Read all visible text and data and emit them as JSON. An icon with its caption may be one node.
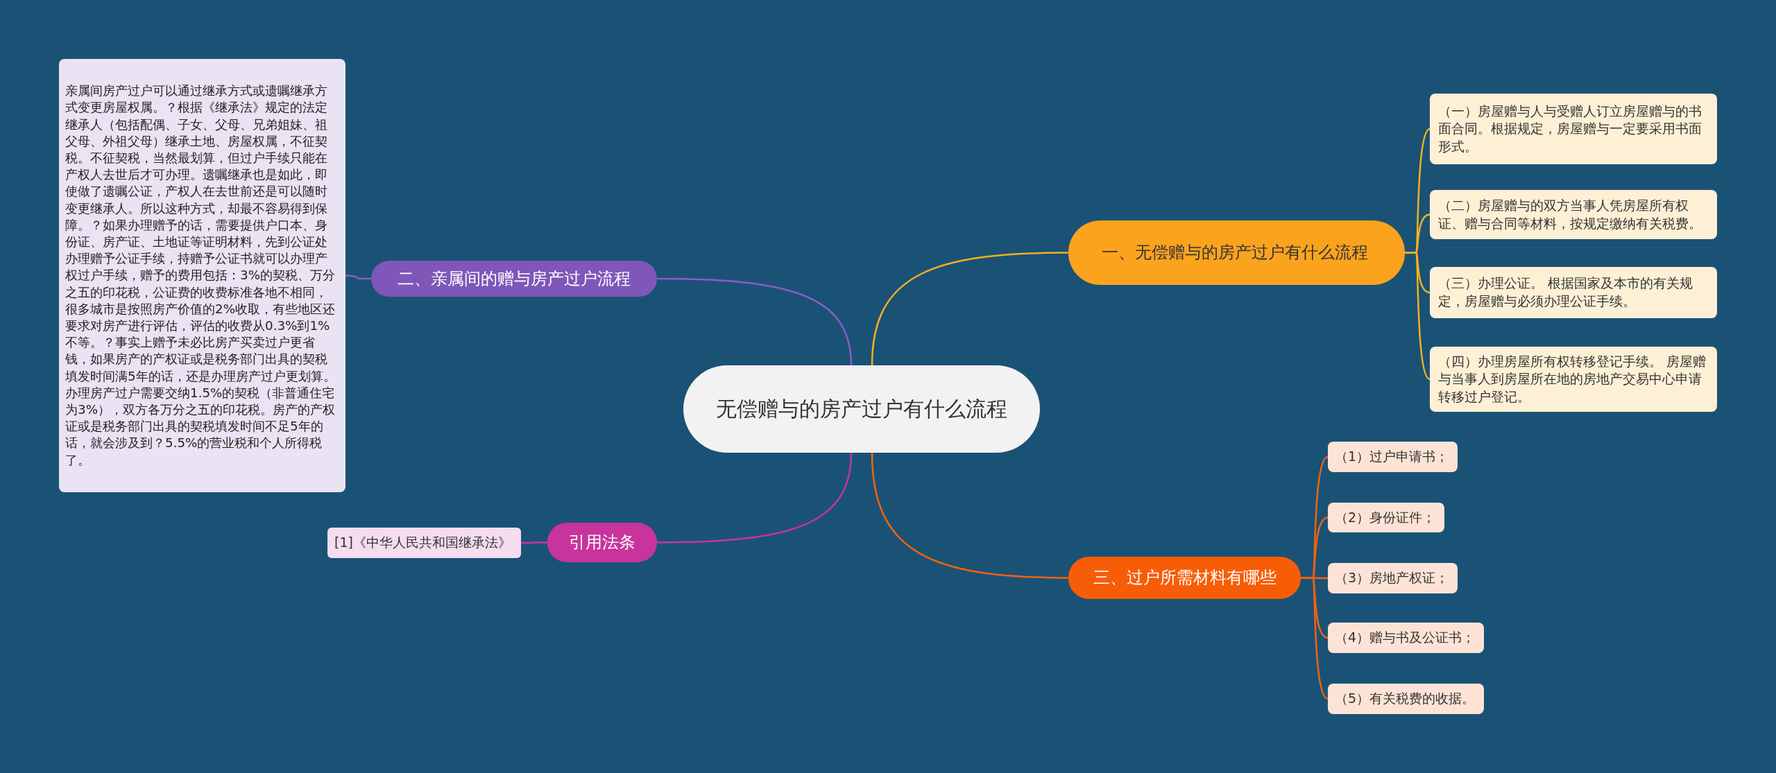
{
  "diagram": {
    "nodes": [
      {
        "text": [
          "无偿赠与的房产过户有什么流程"
        ]
      },
      {
        "text": [
          "一、无偿赠与的房产过户有什么流程"
        ]
      },
      {
        "text": [
          "（一）房屋赠与人与受赠人订立房屋赠与的书面合同。根据规定，房屋赠与一定要采用书面形式。"
        ]
      },
      {
        "text": [
          "（二）房屋赠与的双方当事人凭房屋所有权证、赠与合同等材料，按规定缴纳有关税费。"
        ]
      },
      {
        "text": [
          "（三）办理公证。 根据国家及本市的有关规定，房屋赠与必须办理公证手续。"
        ]
      },
      {
        "text": [
          "（四）办理房屋所有权转移登记手续。 房屋赠与当事人到房屋所在地的房地产交易中心申请转移过户登记。"
        ]
      },
      {
        "text": [
          "三、过户所需材料有哪些"
        ]
      },
      {
        "text": [
          "（1）过户申请书；"
        ]
      },
      {
        "text": [
          "（2）身份证件；"
        ]
      },
      {
        "text": [
          "（3）房地产权证；"
        ]
      },
      {
        "text": [
          "（4）赠与书及公证书；"
        ]
      },
      {
        "text": [
          "（5）有关税费的收据。"
        ]
      },
      {
        "text": [
          "二、亲属间的赠与房产过户流程"
        ]
      },
      {
        "text": [
          "亲属间房产过户可以通过继承方式或遗嘱继承方式变更房屋权属。？根据《继承法》规定的法定继承人（包括配偶、子女、父母、兄弟姐妹、祖父母、外祖父母）继承土地、房屋权属，不征契税。不征契税，当然最划算，但过户手续只能在产权人去世后才可办理。遗嘱继承也是如此，即使做了遗嘱公证，产权人在去世前还是可以随时变更继承人。所以这种方式，却最不容易得到保障。？如果办理赠予的话，需要提供户口本、身份证、房产证、土地证等证明材料，先到公证处办理赠予公证手续，持赠予公证书就可以办理产权过户手续，赠予的费用包括：3%的契税、万分之五的印花税，公证费的收费标准各地不相同，很多城市是按照房产价值的2%收取，有些地区还要求对房产进行评估，评估的收费从0.3%到1%不等。？事实上赠予未必比房产买卖过户更省钱，如果房产的产权证或是税务部门出具的契税填发时间满5年的话，还是办理房产过户更划算。办理房产过户需要交纳1.5%的契税（非普通住宅为3%），双方各万分之五的印花税。房产的产权证或是税务部门出具的契税填发时间不足5年的话，就会涉及到？5.5%的营业税和个人所得税了。"
        ]
      },
      {
        "text": [
          "引用法条"
        ]
      },
      {
        "text": [
          "[1]《中华人民共和国继承法》"
        ]
      }
    ],
    "edges": [
      {
        "from": 0,
        "to": 1,
        "arrow": "none",
        "color": "#f5b120"
      },
      {
        "from": 1,
        "to": 2,
        "arrow": "none",
        "color": "#f5b120"
      },
      {
        "from": 1,
        "to": 3,
        "arrow": "none",
        "color": "#f5b120"
      },
      {
        "from": 1,
        "to": 4,
        "arrow": "none",
        "color": "#f5b120"
      },
      {
        "from": 1,
        "to": 5,
        "arrow": "none",
        "color": "#f5b120"
      },
      {
        "from": 0,
        "to": 6,
        "arrow": "none",
        "color": "#f7620c"
      },
      {
        "from": 6,
        "to": 7,
        "arrow": "none",
        "color": "#f7620c"
      },
      {
        "from": 6,
        "to": 8,
        "arrow": "none",
        "color": "#f7620c"
      },
      {
        "from": 6,
        "to": 9,
        "arrow": "none",
        "color": "#f7620c"
      },
      {
        "from": 6,
        "to": 10,
        "arrow": "none",
        "color": "#f7620c"
      },
      {
        "from": 6,
        "to": 11,
        "arrow": "none",
        "color": "#f7620c"
      },
      {
        "from": 0,
        "to": 12,
        "arrow": "none",
        "color": "#8a5cc4"
      },
      {
        "from": 12,
        "to": 13,
        "arrow": "none",
        "color": "#8a5cc4"
      },
      {
        "from": 0,
        "to": 14,
        "arrow": "none",
        "color": "#c8349c"
      },
      {
        "from": 14,
        "to": 15,
        "arrow": "none",
        "color": "#c8349c"
      }
    ]
  }
}
